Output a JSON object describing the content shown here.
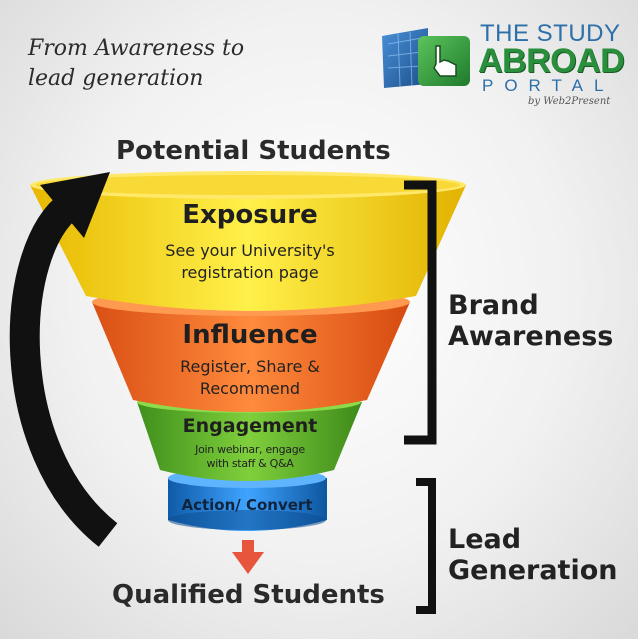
{
  "header": {
    "tagline_line1": "From Awareness to",
    "tagline_line2": "lead generation"
  },
  "logo": {
    "line1": "THE STUDY",
    "line2": "ABROAD",
    "line3": "PORTAL",
    "byline": "by Web2Present"
  },
  "funnel": {
    "top_label": "Potential Students",
    "bottom_label": "Qualified Students",
    "stages": [
      {
        "title": "Exposure",
        "desc_line1": "See your University's",
        "desc_line2": "registration page",
        "color": "#f7d417"
      },
      {
        "title": "Influence",
        "desc_line1": "Register, Share &",
        "desc_line2": "Recommend",
        "color": "#f26b2a"
      },
      {
        "title": "Engagement",
        "desc_line1": "Join webinar, engage",
        "desc_line2": "with staff & Q&A",
        "color": "#66b52f"
      },
      {
        "title": "Action/ Convert",
        "color": "#1f7fd1"
      }
    ]
  },
  "groups": {
    "awareness_line1": "Brand",
    "awareness_line2": "Awareness",
    "lead_line1": "Lead",
    "lead_line2": "Generation"
  },
  "colors": {
    "arrow": "#111111",
    "down_arrow": "#e8553d",
    "bracket": "#111111"
  }
}
